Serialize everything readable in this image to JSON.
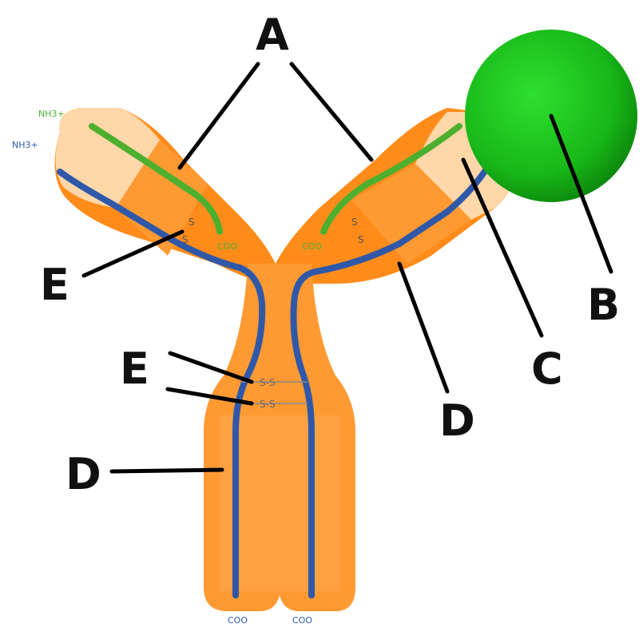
{
  "labels": {
    "A": "A",
    "B": "B",
    "C": "C",
    "D_upper": "D",
    "D_lower": "D",
    "E_left": "E",
    "E_center": "E"
  },
  "terminals": {
    "nh3_green": "NH3+",
    "nh3_blue": "NH3+",
    "coo_left_arm": "COO",
    "coo_right_arm": "COO",
    "coo_bottom_left": "COO",
    "coo_bottom_right": "COO"
  },
  "disulfide": {
    "s": "S",
    "ss_bond": "S-S"
  },
  "colors": {
    "antibody_body": "#ff9a2e",
    "antibody_dark": "#ff7f00",
    "antibody_light": "#ffd6a6",
    "light_chain": "#4caf2e",
    "heavy_chain": "#2f58a8",
    "antigen": "#1fbf1f"
  }
}
